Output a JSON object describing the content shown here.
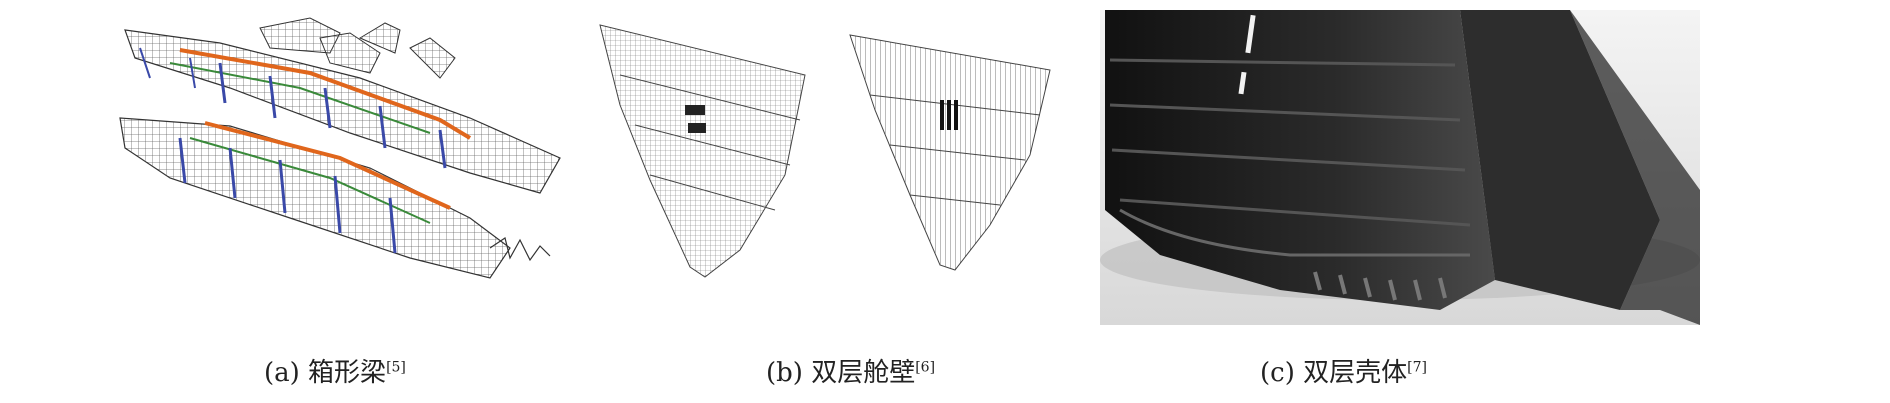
{
  "figure": {
    "panel_a": {
      "caption_prefix": "(a) 箱形梁",
      "caption_ref": "[5]"
    },
    "panel_b": {
      "caption_prefix": "(b) 双层舱壁",
      "caption_ref": "[6]"
    },
    "panel_c": {
      "caption_prefix": "(c) 双层壳体",
      "caption_ref": "[7]"
    }
  },
  "colors": {
    "mesh": "#555555",
    "mesh_blue": "#3a49a8",
    "mesh_orange": "#e0661c",
    "hull_dark": "#1a1a1a",
    "hull_mid": "#3a3a3a"
  }
}
